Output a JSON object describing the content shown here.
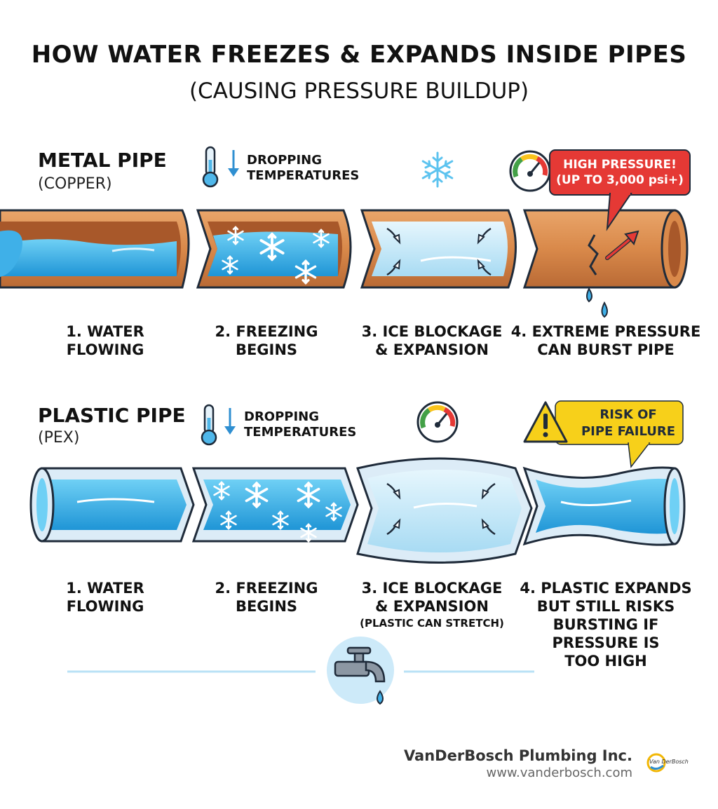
{
  "title": "HOW WATER FREEZES & EXPANDS INSIDE PIPES",
  "subtitle": "(CAUSING PRESSURE BUILDUP)",
  "metal": {
    "title": "METAL PIPE",
    "subtitle": "(COPPER)",
    "temperature_line1": "DROPPING",
    "temperature_line2": "TEMPERATURES",
    "callout_line1": "HIGH PRESSURE!",
    "callout_line2": "(UP TO 3,000 psi+)",
    "steps": [
      {
        "line1": "1. WATER",
        "line2": "FLOWING"
      },
      {
        "line1": "2. FREEZING",
        "line2": "BEGINS"
      },
      {
        "line1": "3. ICE BLOCKAGE",
        "line2": "& EXPANSION"
      },
      {
        "line1": "4. EXTREME PRESSURE",
        "line2": "CAN BURST PIPE"
      }
    ]
  },
  "plastic": {
    "title": "PLASTIC PIPE",
    "subtitle": "(PEX)",
    "temperature_line1": "DROPPING",
    "temperature_line2": "TEMPERATURES",
    "callout_line1": "RISK OF",
    "callout_line2": "PIPE FAILURE",
    "steps": [
      {
        "line1": "1. WATER",
        "line2": "FLOWING"
      },
      {
        "line1": "2. FREEZING",
        "line2": "BEGINS"
      },
      {
        "line1": "3. ICE BLOCKAGE",
        "line2": "& EXPANSION",
        "note": "(PLASTIC CAN STRETCH)"
      },
      {
        "line1": "4. PLASTIC EXPANDS",
        "line2": "BUT STILL RISKS",
        "line3": "BURSTING IF",
        "line4": "PRESSURE IS",
        "line5": "TOO HIGH"
      }
    ]
  },
  "footer": {
    "company": "VanDerBosch Plumbing Inc.",
    "url": "www.vanderbosch.com",
    "logo_text": "Van DerBosch"
  },
  "colors": {
    "copper": "#d9894a",
    "copper_inner": "#a8582a",
    "water": "#3fb0e8",
    "ice": "#bfe6f8",
    "pex": "#dcecf7",
    "outline": "#1f2b3a",
    "red": "#e53935",
    "yellow": "#f7d01a"
  },
  "icons": [
    "thermometer-icon",
    "down-arrow-icon",
    "snowflake-icon",
    "pressure-gauge-icon",
    "warning-icon",
    "faucet-icon",
    "water-drop-icon",
    "crack-icon"
  ]
}
